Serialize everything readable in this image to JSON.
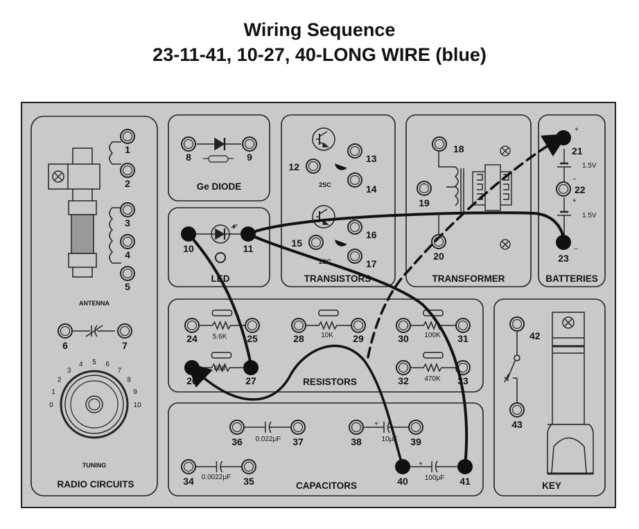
{
  "header": {
    "title": "Wiring Sequence",
    "sequence": "23-11-41, 10-27, 40-LONG WIRE (blue)"
  },
  "colors": {
    "board": "#c9c9c9",
    "ink": "#111111",
    "page": "#ffffff"
  },
  "sections": {
    "radio": {
      "antenna_label": "ANTENNA",
      "tuning_label": "TUNING",
      "title": "RADIO CIRCUITS",
      "dial_marks": [
        "0",
        "1",
        "2",
        "3",
        "4",
        "5",
        "6",
        "7",
        "8",
        "9",
        "10"
      ]
    },
    "diode": {
      "title": "Ge DIODE"
    },
    "led": {
      "title": "LED"
    },
    "transistors": {
      "title": "TRANSISTORS",
      "type_top": "2SC",
      "type_bottom": "2SC"
    },
    "transformer": {
      "title": "TRANSFORMER"
    },
    "batteries": {
      "title": "BATTERIES",
      "voltage_top": "1.5V",
      "voltage_bottom": "1.5V",
      "plus": "+",
      "minus": "−"
    },
    "resistors": {
      "title": "RESISTORS",
      "values": {
        "r24_25": "5.6K",
        "r26_27": "680",
        "r28_29": "10K",
        "r30_31": "100K",
        "r32_33": "470K"
      }
    },
    "capacitors": {
      "title": "CAPACITORS",
      "values": {
        "c34_35": "0.0022μF",
        "c36_37": "0.022μF",
        "c38_39": "10μF",
        "c40_41": "100μF"
      },
      "plus": "+"
    },
    "key": {
      "title": "KEY"
    }
  },
  "terminals": {
    "t1": "1",
    "t2": "2",
    "t3": "3",
    "t4": "4",
    "t5": "5",
    "t6": "6",
    "t7": "7",
    "t8": "8",
    "t9": "9",
    "t10": "10",
    "t11": "11",
    "t12": "12",
    "t13": "13",
    "t14": "14",
    "t15": "15",
    "t16": "16",
    "t17": "17",
    "t18": "18",
    "t19": "19",
    "t20": "20",
    "t21": "21",
    "t22": "22",
    "t23": "23",
    "t24": "24",
    "t25": "25",
    "t26": "26",
    "t27": "27",
    "t28": "28",
    "t29": "29",
    "t30": "30",
    "t31": "31",
    "t32": "32",
    "t33": "33",
    "t34": "34",
    "t35": "35",
    "t36": "36",
    "t37": "37",
    "t38": "38",
    "t39": "39",
    "t40": "40",
    "t41": "41",
    "t42": "42",
    "t43": "43"
  },
  "wiring": {
    "connected_terminals": [
      "10",
      "11",
      "21",
      "23",
      "26",
      "27",
      "40",
      "41"
    ],
    "wires": [
      {
        "from": "23",
        "to": "11",
        "style": "solid"
      },
      {
        "from": "11",
        "to": "41",
        "style": "solid"
      },
      {
        "from": "10",
        "to": "27",
        "style": "solid"
      },
      {
        "from": "40",
        "to": "26",
        "style": "solid-arrow",
        "note": "LONG WIRE (blue)"
      },
      {
        "from": "40",
        "to": "21",
        "style": "dashed-arrow"
      }
    ]
  }
}
